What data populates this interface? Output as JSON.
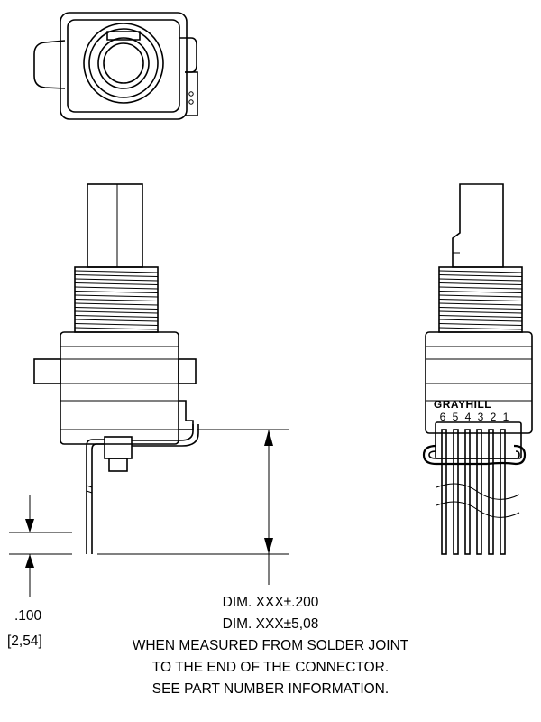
{
  "brand_label": "GRAYHILL",
  "pin_numbers": [
    "6",
    "5",
    "4",
    "3",
    "2",
    "1"
  ],
  "pitch_dimension": {
    "inch": ".100",
    "mm": "[2,54]"
  },
  "note_lines": [
    "DIM. XXX±.200",
    "DIM. XXX±5,08",
    "WHEN MEASURED FROM SOLDER JOINT",
    "TO THE END OF THE CONNECTOR.",
    "SEE PART NUMBER INFORMATION."
  ]
}
